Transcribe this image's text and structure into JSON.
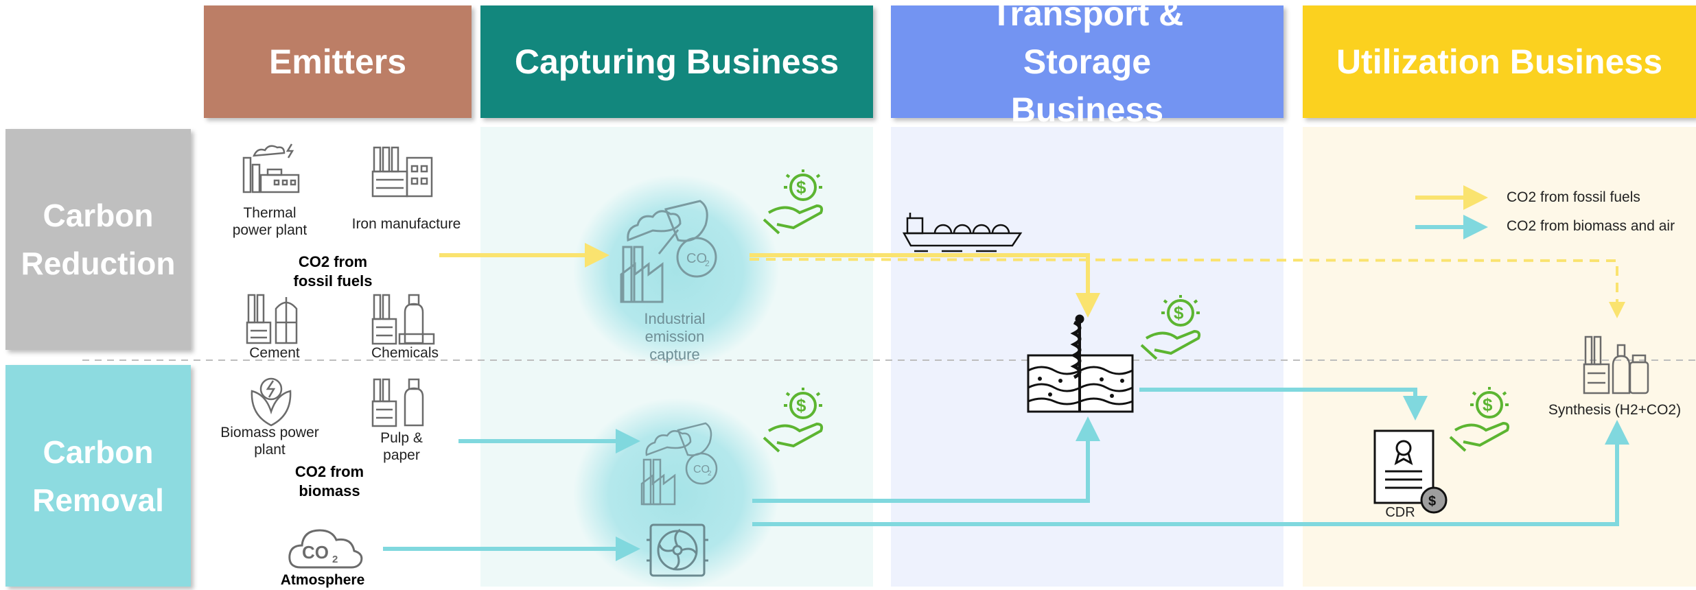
{
  "columns": [
    {
      "title": "Emitters",
      "color": "#bc7e66"
    },
    {
      "title": "Capturing Business",
      "color": "#12877d"
    },
    {
      "title": "Transport & Storage Business",
      "color": "#7394f2"
    },
    {
      "title": "Utilization Business",
      "color": "#fbd11f"
    }
  ],
  "rows": [
    {
      "title": "Carbon Reduction",
      "color": "#bfbfbf"
    },
    {
      "title": "Carbon Removal",
      "color": "#8ddbe0"
    }
  ],
  "emitters": {
    "thermal": "Thermal power plant",
    "iron": "Iron manufacture",
    "cement": "Cement",
    "chemicals": "Chemicals",
    "biomass": "Biomass power plant",
    "pulp": "Pulp & paper",
    "atmosphere": "Atmosphere",
    "fossil_group": "CO2 from fossil fuels",
    "biomass_group": "CO2 from biomass"
  },
  "capture": {
    "industrial": "Industrial emission capture",
    "co2_badge": "CO2"
  },
  "utilization": {
    "synthesis": "Synthesis (H2+CO2)",
    "cdr": "CDR"
  },
  "legend": [
    {
      "label": "CO2 from fossil fuels",
      "color": "#fae36f"
    },
    {
      "label": "CO2 from biomass and air",
      "color": "#80d8de"
    }
  ],
  "colors": {
    "fossil_flow": "#fae36f",
    "bio_flow": "#80d8de",
    "money_green": "#5cb531",
    "icon_grey": "#6b6b6b"
  }
}
